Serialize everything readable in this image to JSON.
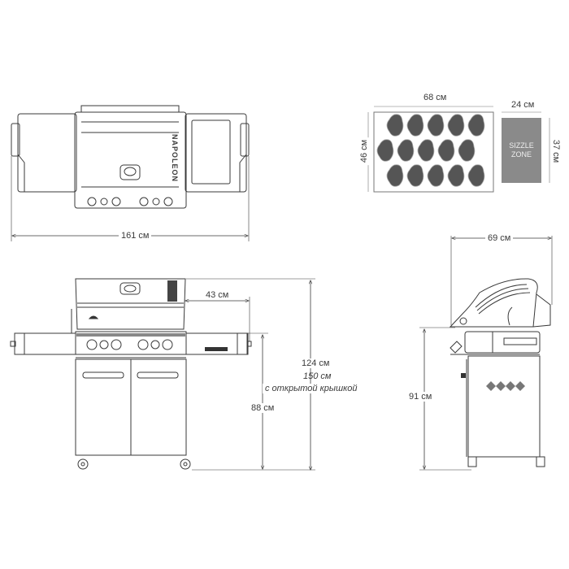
{
  "top_view": {
    "width_label": "161 см",
    "brand_vertical": "NAPOLEON"
  },
  "grill_area": {
    "main_width_label": "68 см",
    "main_depth_label": "46 см",
    "sizzle_width_label": "24 см",
    "sizzle_depth_label": "37 см",
    "sizzle_title_line1": "SIZZLE",
    "sizzle_title_line2": "ZONE",
    "steak_rows": [
      5,
      5,
      5
    ],
    "colors": {
      "steak": "#555555",
      "sizzle_fill": "#8a8a8a",
      "lines": "#3a3a3a"
    }
  },
  "front_view": {
    "shelf_depth_label": "43 см",
    "height_closed_label": "124 см",
    "height_open_label": "150 см",
    "height_open_note": "с открытой крышкой",
    "working_height_label": "88 см"
  },
  "side_view": {
    "depth_label": "69 см",
    "height_label": "91 см"
  }
}
